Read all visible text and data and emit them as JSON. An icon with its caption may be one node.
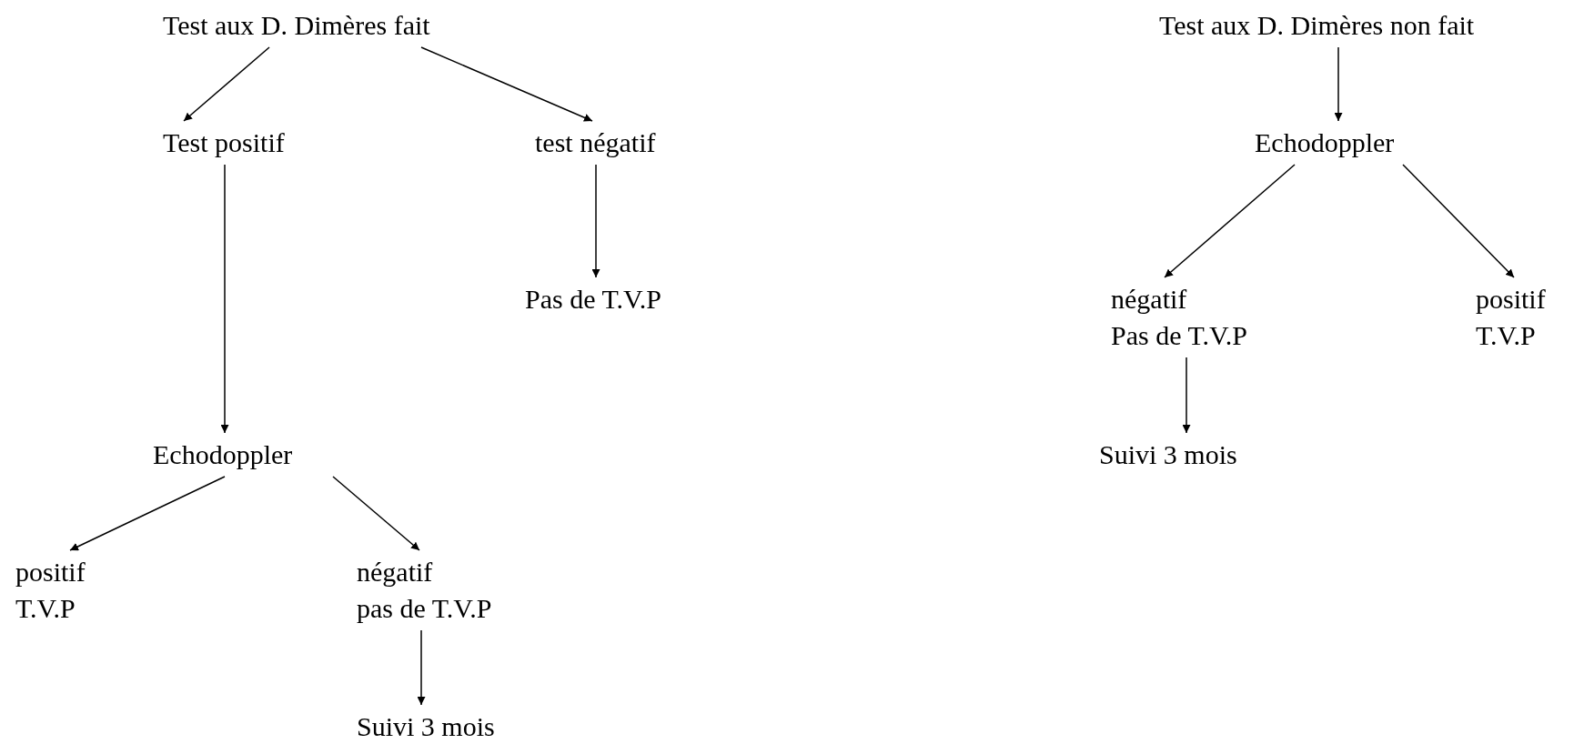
{
  "diagram": {
    "nodes": [
      {
        "text": [
          "Test aux  D. Dimères fait"
        ]
      },
      {
        "text": [
          "Test positif"
        ]
      },
      {
        "text": [
          "test négatif"
        ]
      },
      {
        "text": [
          "Pas de T.V.P"
        ]
      },
      {
        "text": [
          "Echodoppler"
        ]
      },
      {
        "text": [
          "positif",
          "T.V.P"
        ]
      },
      {
        "text": [
          "négatif",
          "pas de T.V.P"
        ]
      },
      {
        "text": [
          "Suivi 3 mois"
        ]
      },
      {
        "text": [
          "Test  aux D. Dimères non fait"
        ]
      },
      {
        "text": [
          "Echodoppler"
        ]
      },
      {
        "text": [
          "négatif",
          "Pas de T.V.P"
        ]
      },
      {
        "text": [
          "positif",
          "T.V.P"
        ]
      },
      {
        "text": [
          "Suivi 3 mois"
        ]
      }
    ],
    "edges": [
      {
        "from": 0,
        "to": 1,
        "arrow": "to"
      },
      {
        "from": 0,
        "to": 2,
        "arrow": "to"
      },
      {
        "from": 1,
        "to": 4,
        "arrow": "to"
      },
      {
        "from": 2,
        "to": 3,
        "arrow": "to"
      },
      {
        "from": 4,
        "to": 5,
        "arrow": "to"
      },
      {
        "from": 4,
        "to": 6,
        "arrow": "to"
      },
      {
        "from": 6,
        "to": 7,
        "arrow": "to"
      },
      {
        "from": 8,
        "to": 9,
        "arrow": "to"
      },
      {
        "from": 9,
        "to": 10,
        "arrow": "to"
      },
      {
        "from": 9,
        "to": 11,
        "arrow": "to"
      },
      {
        "from": 10,
        "to": 12,
        "arrow": "to"
      }
    ]
  }
}
